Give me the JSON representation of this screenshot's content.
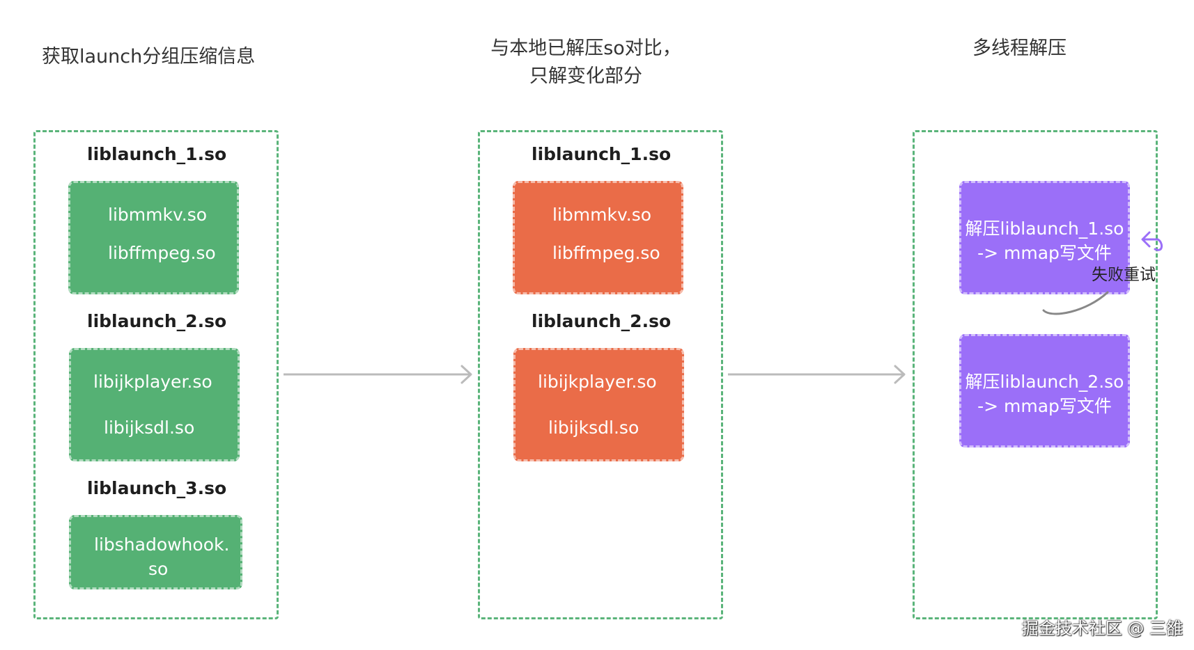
{
  "headings": {
    "col1": "获取launch分组压缩信息",
    "col2_line1": "与本地已解压so对比，",
    "col2_line2": "只解变化部分",
    "col3": "多线程解压"
  },
  "column1": {
    "groups": [
      {
        "title": "liblaunch_1.so",
        "libs": [
          "libmmkv.so",
          "libffmpeg.so"
        ]
      },
      {
        "title": "liblaunch_2.so",
        "libs": [
          "libijkplayer.so",
          "libijksdl.so"
        ]
      },
      {
        "title": "liblaunch_3.so",
        "libs": [
          "libshadowhook.",
          "so"
        ]
      }
    ]
  },
  "column2": {
    "groups": [
      {
        "title": "liblaunch_1.so",
        "libs": [
          "libmmkv.so",
          "libffmpeg.so"
        ]
      },
      {
        "title": "liblaunch_2.so",
        "libs": [
          "libijkplayer.so",
          "libijksdl.so"
        ]
      }
    ]
  },
  "column3": {
    "tasks": [
      {
        "line1": "解压liblaunch_1.so",
        "line2": "-> mmap写文件"
      },
      {
        "line1": "解压liblaunch_2.so",
        "line2": "-> mmap写文件"
      }
    ],
    "retry_label": "失败重试"
  },
  "watermark": "掘金技术社区 @ 三雒",
  "colors": {
    "column_border": "#5ab47a",
    "green_box": "#55b174",
    "orange_box": "#ea6c48",
    "purple_box": "#9b6ff8",
    "arrow": "#bbbbbb"
  }
}
